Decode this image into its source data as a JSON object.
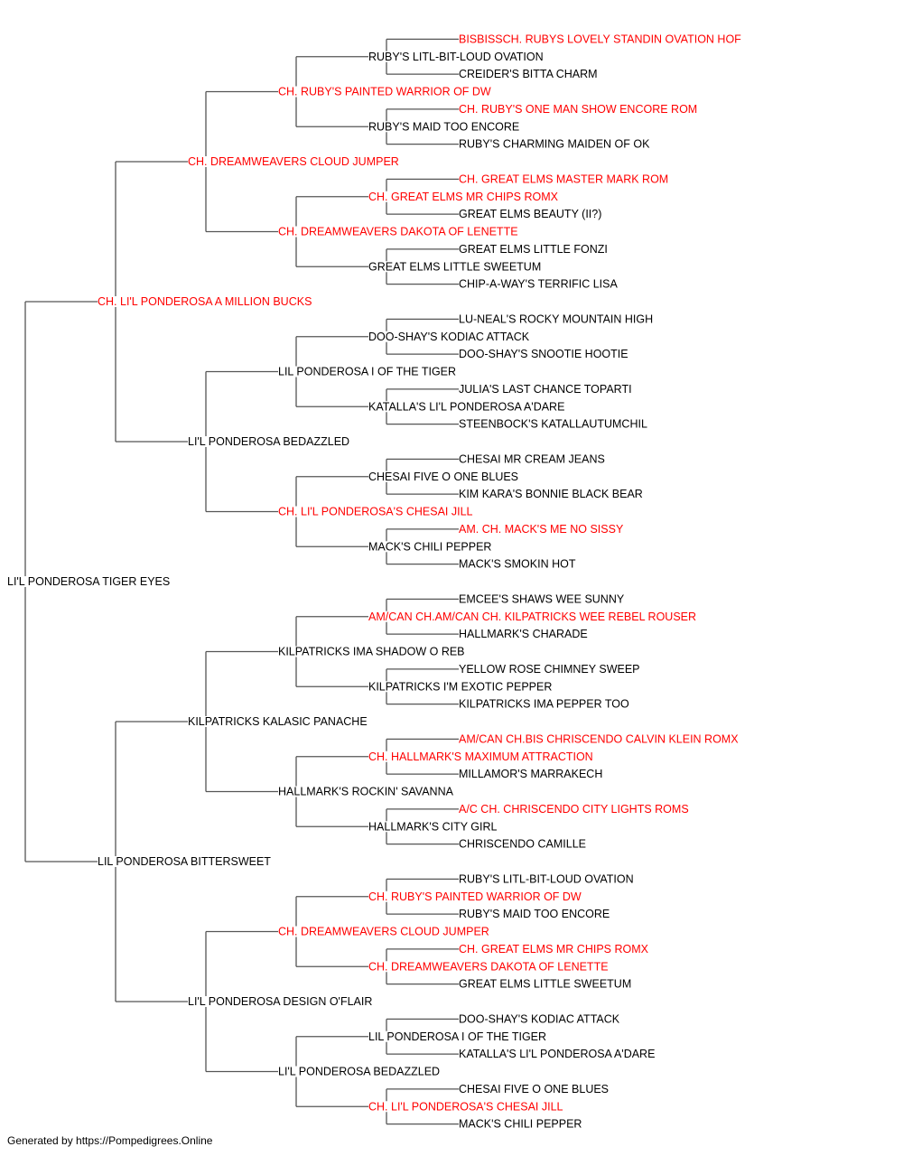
{
  "colors": {
    "champion": "#ff0000",
    "normal": "#000000",
    "line": "#555555"
  },
  "pedigree": {
    "name": "LI'L PONDEROSA TIGER EYES",
    "champ": false,
    "sire": {
      "name": "CH. LI'L PONDEROSA A MILLION BUCKS",
      "champ": true,
      "sire": {
        "name": "CH. DREAMWEAVERS CLOUD JUMPER",
        "champ": true,
        "sire": {
          "name": "CH. RUBY'S PAINTED WARRIOR OF DW",
          "champ": true,
          "sire": {
            "name": "RUBY'S LITL-BIT-LOUD OVATION",
            "champ": false,
            "sire": {
              "name": "BISBISSCH. RUBYS LOVELY STANDIN OVATION HOF",
              "champ": true
            },
            "dam": {
              "name": "CREIDER'S BITTA CHARM",
              "champ": false
            }
          },
          "dam": {
            "name": "RUBY'S MAID TOO ENCORE",
            "champ": false,
            "sire": {
              "name": "CH. RUBY'S ONE MAN SHOW ENCORE ROM",
              "champ": true
            },
            "dam": {
              "name": "RUBY'S CHARMING MAIDEN OF OK",
              "champ": false
            }
          }
        },
        "dam": {
          "name": "CH. DREAMWEAVERS DAKOTA OF LENETTE",
          "champ": true,
          "sire": {
            "name": "CH. GREAT ELMS MR CHIPS ROMX",
            "champ": true,
            "sire": {
              "name": "CH. GREAT ELMS MASTER MARK ROM",
              "champ": true
            },
            "dam": {
              "name": "GREAT ELMS BEAUTY (II?)",
              "champ": false
            }
          },
          "dam": {
            "name": "GREAT ELMS LITTLE SWEETUM",
            "champ": false,
            "sire": {
              "name": "GREAT ELMS LITTLE FONZI",
              "champ": false
            },
            "dam": {
              "name": "CHIP-A-WAY'S TERRIFIC LISA",
              "champ": false
            }
          }
        }
      },
      "dam": {
        "name": "LI'L PONDEROSA BEDAZZLED",
        "champ": false,
        "sire": {
          "name": "LIL PONDEROSA I OF THE TIGER",
          "champ": false,
          "sire": {
            "name": "DOO-SHAY'S KODIAC ATTACK",
            "champ": false,
            "sire": {
              "name": "LU-NEAL'S ROCKY MOUNTAIN HIGH",
              "champ": false
            },
            "dam": {
              "name": "DOO-SHAY'S SNOOTIE HOOTIE",
              "champ": false
            }
          },
          "dam": {
            "name": "KATALLA'S LI'L PONDEROSA A'DARE",
            "champ": false,
            "sire": {
              "name": "JULIA'S LAST CHANCE TOPARTI",
              "champ": false
            },
            "dam": {
              "name": "STEENBOCK'S KATALLAUTUMCHIL",
              "champ": false
            }
          }
        },
        "dam": {
          "name": "CH. LI'L PONDEROSA'S CHESAI JILL",
          "champ": true,
          "sire": {
            "name": "CHESAI FIVE O ONE BLUES",
            "champ": false,
            "sire": {
              "name": "CHESAI MR CREAM JEANS",
              "champ": false
            },
            "dam": {
              "name": "KIM KARA'S BONNIE BLACK BEAR",
              "champ": false
            }
          },
          "dam": {
            "name": "MACK'S CHILI PEPPER",
            "champ": false,
            "sire": {
              "name": "AM. CH. MACK'S ME NO SISSY",
              "champ": true
            },
            "dam": {
              "name": "MACK'S SMOKIN HOT",
              "champ": false
            }
          }
        }
      }
    },
    "dam": {
      "name": "LIL PONDEROSA BITTERSWEET",
      "champ": false,
      "sire": {
        "name": "KILPATRICKS KALASIC PANACHE",
        "champ": false,
        "sire": {
          "name": "KILPATRICKS IMA SHADOW O REB",
          "champ": false,
          "sire": {
            "name": "AM/CAN CH.AM/CAN CH. KILPATRICKS WEE REBEL ROUSER",
            "champ": true,
            "sire": {
              "name": "EMCEE'S SHAWS WEE SUNNY",
              "champ": false
            },
            "dam": {
              "name": "HALLMARK'S CHARADE",
              "champ": false
            }
          },
          "dam": {
            "name": "KILPATRICKS I'M EXOTIC PEPPER",
            "champ": false,
            "sire": {
              "name": "YELLOW ROSE CHIMNEY SWEEP",
              "champ": false
            },
            "dam": {
              "name": "KILPATRICKS IMA PEPPER TOO",
              "champ": false
            }
          }
        },
        "dam": {
          "name": "HALLMARK'S ROCKIN' SAVANNA",
          "champ": false,
          "sire": {
            "name": "CH. HALLMARK'S MAXIMUM ATTRACTION",
            "champ": true,
            "sire": {
              "name": "AM/CAN CH.BIS CHRISCENDO CALVIN KLEIN ROMX",
              "champ": true
            },
            "dam": {
              "name": "MILLAMOR'S MARRAKECH",
              "champ": false
            }
          },
          "dam": {
            "name": "HALLMARK'S CITY GIRL",
            "champ": false,
            "sire": {
              "name": "A/C CH. CHRISCENDO CITY LIGHTS ROMS",
              "champ": true
            },
            "dam": {
              "name": "CHRISCENDO CAMILLE",
              "champ": false
            }
          }
        }
      },
      "dam": {
        "name": "LI'L PONDEROSA DESIGN O'FLAIR",
        "champ": false,
        "sire": {
          "name": "CH. DREAMWEAVERS CLOUD JUMPER",
          "champ": true,
          "sire": {
            "name": "CH. RUBY'S PAINTED WARRIOR OF DW",
            "champ": true,
            "sire": {
              "name": "RUBY'S LITL-BIT-LOUD OVATION",
              "champ": false
            },
            "dam": {
              "name": "RUBY'S MAID TOO ENCORE",
              "champ": false
            }
          },
          "dam": {
            "name": "CH. DREAMWEAVERS DAKOTA OF LENETTE",
            "champ": true,
            "sire": {
              "name": "CH. GREAT ELMS MR CHIPS ROMX",
              "champ": true
            },
            "dam": {
              "name": "GREAT ELMS LITTLE SWEETUM",
              "champ": false
            }
          }
        },
        "dam": {
          "name": "LI'L PONDEROSA BEDAZZLED",
          "champ": false,
          "sire": {
            "name": "LIL PONDEROSA I OF THE TIGER",
            "champ": false,
            "sire": {
              "name": "DOO-SHAY'S KODIAC ATTACK",
              "champ": false
            },
            "dam": {
              "name": "KATALLA'S LI'L PONDEROSA A'DARE",
              "champ": false
            }
          },
          "dam": {
            "name": "CH. LI'L PONDEROSA'S CHESAI JILL",
            "champ": true,
            "sire": {
              "name": "CHESAI FIVE O ONE BLUES",
              "champ": false
            },
            "dam": {
              "name": "MACK'S CHILI PEPPER",
              "champ": false
            }
          }
        }
      }
    }
  },
  "footer": "Generated by https://Pompedigrees.Online"
}
